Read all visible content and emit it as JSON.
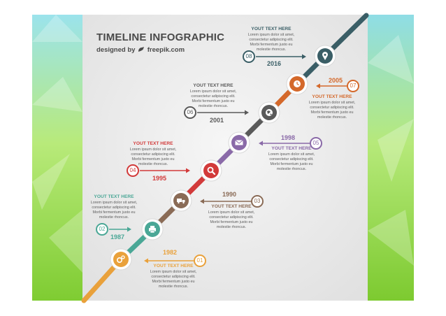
{
  "title": "TIMELINE INFOGRAPHIC",
  "credit": {
    "prefix": "designed by",
    "brand": "freepik.com",
    "logo_icon": "freepik-logo-icon"
  },
  "colors": {
    "orange_light": "#e9a13b",
    "teal": "#4aa796",
    "brown": "#8a6b56",
    "red": "#d23a3a",
    "purple": "#8a6aa8",
    "dark_gray": "#5a5a5a",
    "orange_dark": "#d4682a",
    "dark_teal": "#3a5e66",
    "bg_green": "#8fd140",
    "bg_cyan": "#8fdde6"
  },
  "body_lines": [
    "Lorem ipsum dolor sit amet,",
    "consectetur adipiscing elit.",
    "Morbi fermentum justo eu",
    "molestie rhoncus."
  ],
  "milestones": [
    {
      "number": "01",
      "year": "1982",
      "heading": "YOUT TEXT HERE",
      "icon": "settings-gears-icon",
      "color": "#e9a13b"
    },
    {
      "number": "02",
      "year": "1987",
      "heading": "YOUT TEXT HERE",
      "icon": "printer-icon",
      "color": "#4aa796"
    },
    {
      "number": "03",
      "year": "1990",
      "heading": "YOUT TEXT HERE",
      "icon": "delivery-truck-icon",
      "color": "#8a6b56"
    },
    {
      "number": "04",
      "year": "1995",
      "heading": "YOUT TEXT HERE",
      "icon": "magnifier-icon",
      "color": "#d23a3a"
    },
    {
      "number": "05",
      "year": "1998",
      "heading": "YOUT TEXT HERE",
      "icon": "envelope-icon",
      "color": "#8a6aa8"
    },
    {
      "number": "06",
      "year": "2001",
      "heading": "YOUT TEXT HERE",
      "icon": "globe-icon",
      "color": "#5a5a5a"
    },
    {
      "number": "07",
      "year": "2005",
      "heading": "YOUT TEXT HERE",
      "icon": "clock-icon",
      "color": "#d4682a"
    },
    {
      "number": "08",
      "year": "2016",
      "heading": "YOUT TEXT HERE",
      "icon": "location-pin-icon",
      "color": "#3a5e66"
    }
  ]
}
